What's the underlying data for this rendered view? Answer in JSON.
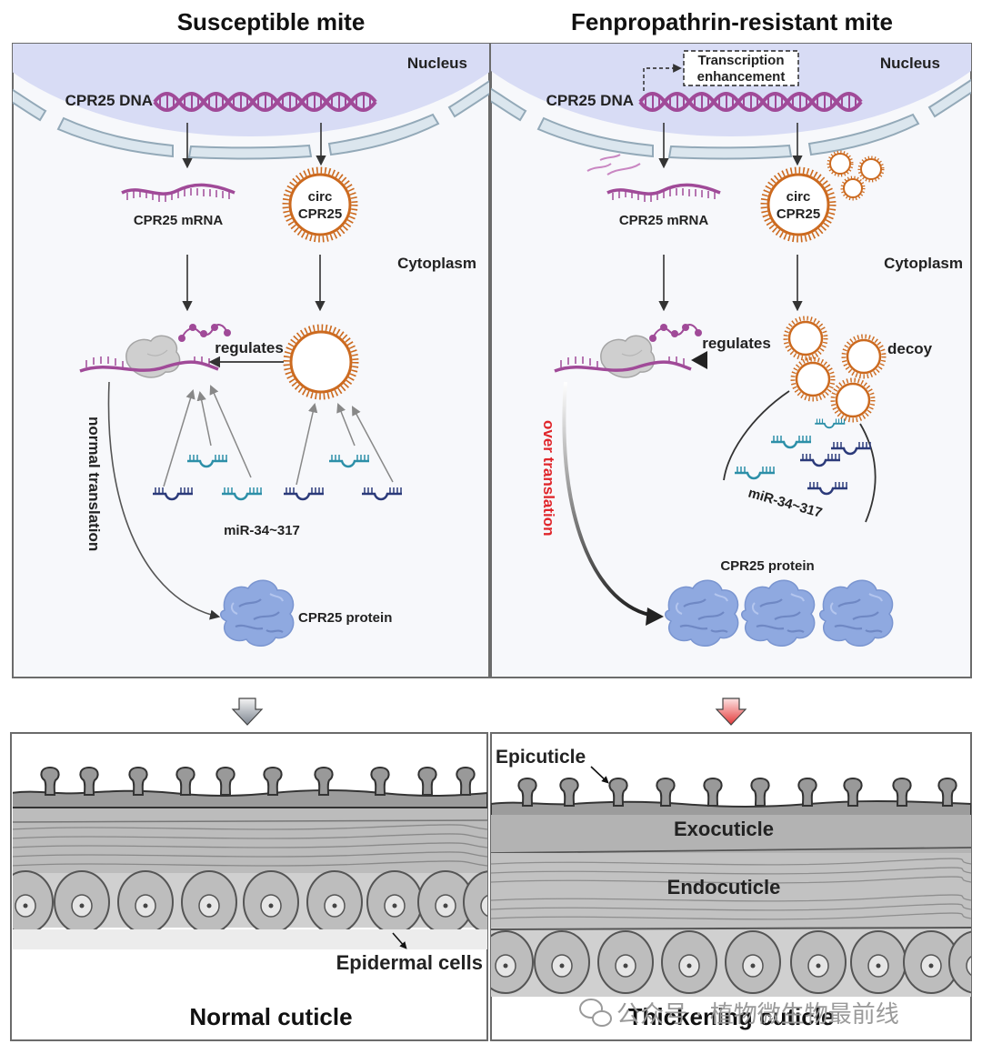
{
  "panels": {
    "left_title": "Susceptible mite",
    "right_title": "Fenpropathrin-resistant mite"
  },
  "labels": {
    "nucleus": "Nucleus",
    "cytoplasm": "Cytoplasm",
    "cpr25_dna": "CPR25 DNA",
    "cpr25_mrna": "CPR25 mRNA",
    "circ_line1": "circ",
    "circ_line2": "CPR25",
    "regulates": "regulates",
    "mirna": "miR-34~317",
    "protein": "CPR25 protein",
    "normal_translation": "normal translation",
    "over_translation": "over translation",
    "decoy": "decoy",
    "transcription_line1": "Transcription",
    "transcription_line2": "enhancement"
  },
  "cuticle": {
    "epicuticle": "Epicuticle",
    "exocuticle": "Exocuticle",
    "endocuticle": "Endocuticle",
    "epidermal_cells": "Epidermal cells",
    "normal_caption": "Normal cuticle",
    "thick_caption": "Thickening cuticle"
  },
  "watermark": "公众号 · 植物微生物最前线",
  "colors": {
    "dna": "#a04a98",
    "circ": "#cc6a1f",
    "mirna_dark": "#2b3a7a",
    "mirna_teal": "#2c8fa8",
    "protein": "#8fa9e0",
    "red_label": "#e0262b",
    "nucleus": "#d8dcf5"
  }
}
